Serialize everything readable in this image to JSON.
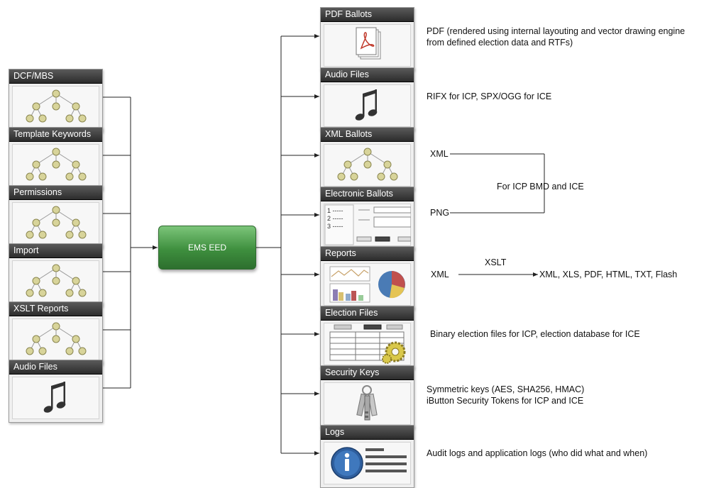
{
  "left_boxes": [
    {
      "title": "DCF/MBS",
      "icon": "tree-icon"
    },
    {
      "title": "Template Keywords",
      "icon": "tree-icon"
    },
    {
      "title": "Permissions",
      "icon": "tree-icon"
    },
    {
      "title": "Import",
      "icon": "tree-icon"
    },
    {
      "title": "XSLT Reports",
      "icon": "tree-icon"
    },
    {
      "title": "Audio Files",
      "icon": "music-note-icon"
    }
  ],
  "center": {
    "label": "EMS EED",
    "color": "#3e8f3e"
  },
  "right_boxes": [
    {
      "title": "PDF Ballots",
      "icon": "pdf-document-icon"
    },
    {
      "title": "Audio Files",
      "icon": "music-note-icon"
    },
    {
      "title": "XML Ballots",
      "icon": "tree-icon"
    },
    {
      "title": "Electronic Ballots",
      "icon": "ballot-form-icon"
    },
    {
      "title": "Reports",
      "icon": "chart-icon"
    },
    {
      "title": "Election Files",
      "icon": "table-gear-icon"
    },
    {
      "title": "Security Keys",
      "icon": "keys-icon"
    },
    {
      "title": "Logs",
      "icon": "info-log-icon"
    }
  ],
  "annotations": {
    "pdf_line1": "PDF (rendered using internal layouting and vector drawing engine",
    "pdf_line2": "from defined election data and RTFs)",
    "audio": "RIFX for ICP, SPX/OGG for ICE",
    "xml": "XML",
    "png": "PNG",
    "icp_bmd": "For ICP BMD and ICE",
    "reports_xml": "XML",
    "xslt": "XSLT",
    "reports_out": "XML, XLS,  PDF, HTML, TXT, Flash",
    "election": "Binary election files for ICP, election database for ICE",
    "keys_line1": "Symmetric keys (AES, SHA256, HMAC)",
    "keys_line2": "iButton Security Tokens for ICP and ICE",
    "logs": "Audit logs and application logs (who did what and when)"
  },
  "colors": {
    "header": "#3a3a3a",
    "node": "#d8d49a",
    "connector": "#222222"
  }
}
